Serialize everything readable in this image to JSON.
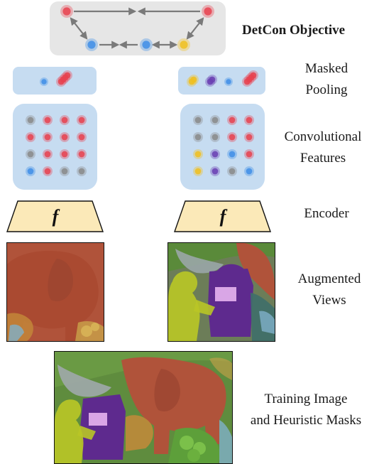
{
  "objective": {
    "title": "DetCon Objective"
  },
  "labels": {
    "masked_pooling": [
      "Masked",
      "Pooling"
    ],
    "conv_features": [
      "Convolutional",
      "Features"
    ],
    "encoder": "Encoder",
    "augmented_views": [
      "Augmented",
      "Views"
    ],
    "training_image": [
      "Training Image",
      "and Heuristic Masks"
    ]
  },
  "encoder_symbol": "f",
  "colors": {
    "red": "#e8424f",
    "blue": "#3f8ee6",
    "gray": "#8a8a8a",
    "yellow": "#f0c020",
    "purple": "#6a3fb3",
    "panel_blue": "#c6dcf1",
    "panel_gray": "#e6e6e6",
    "encoder_fill": "#fbe9b8",
    "elephant": "#b0533a",
    "piano": "#5e2a8e",
    "person": "#b9c526"
  },
  "left_view": {
    "pooled": [
      "blue",
      "red"
    ],
    "features": [
      [
        "gray",
        "red",
        "red",
        "red"
      ],
      [
        "red",
        "red",
        "red",
        "red"
      ],
      [
        "gray",
        "red",
        "red",
        "red"
      ],
      [
        "blue",
        "red",
        "gray",
        "gray"
      ]
    ]
  },
  "right_view": {
    "pooled": [
      "yellow",
      "purple",
      "blue",
      "red"
    ],
    "features": [
      [
        "gray",
        "gray",
        "red",
        "red"
      ],
      [
        "gray",
        "gray",
        "red",
        "red"
      ],
      [
        "yellow",
        "purple",
        "blue",
        "red"
      ],
      [
        "yellow",
        "purple",
        "gray",
        "blue"
      ]
    ]
  }
}
